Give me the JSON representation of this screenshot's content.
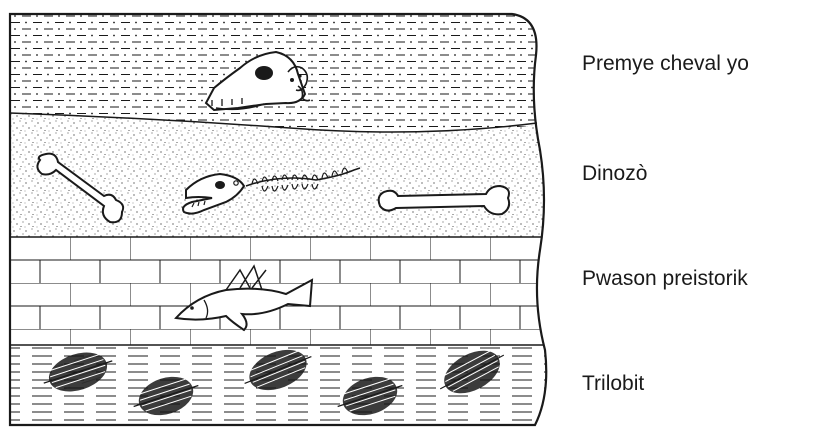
{
  "layers": [
    {
      "key": "horse",
      "label": "Premye cheval yo"
    },
    {
      "key": "dinosaur",
      "label": "Dinozò"
    },
    {
      "key": "fish",
      "label": "Pwason preistorik"
    },
    {
      "key": "trilobite",
      "label": "Trilobit"
    }
  ],
  "colors": {
    "ink": "#1a1a1a",
    "paper": "#ffffff"
  },
  "icons": [
    "horse-skull-icon",
    "dinosaur-skeleton-icon",
    "bone-icon",
    "fish-fossil-icon",
    "trilobite-icon"
  ]
}
